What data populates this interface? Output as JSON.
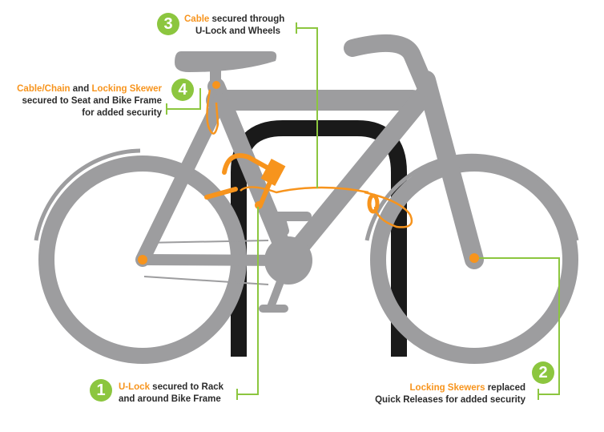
{
  "colors": {
    "bike": "#9d9d9f",
    "rack": "#1a1a1a",
    "lock": "#f7941d",
    "leader": "#8cc63f",
    "text": "#2b2b2b"
  },
  "callouts": [
    {
      "number": "3",
      "lines": [
        [
          {
            "text": "Cable",
            "highlight": true
          },
          {
            "text": " secured through",
            "highlight": false
          }
        ],
        [
          {
            "text": "U-Lock and Wheels",
            "highlight": false
          }
        ]
      ]
    },
    {
      "number": "4",
      "lines": [
        [
          {
            "text": "Cable/Chain",
            "highlight": true
          },
          {
            "text": " and ",
            "highlight": false
          },
          {
            "text": "Locking Skewer",
            "highlight": true
          }
        ],
        [
          {
            "text": "secured to Seat and Bike Frame",
            "highlight": false
          }
        ],
        [
          {
            "text": "for added security",
            "highlight": false
          }
        ]
      ]
    },
    {
      "number": "1",
      "lines": [
        [
          {
            "text": "U-Lock",
            "highlight": true
          },
          {
            "text": " secured to Rack",
            "highlight": false
          }
        ],
        [
          {
            "text": "and around Bike Frame",
            "highlight": false
          }
        ]
      ]
    },
    {
      "number": "2",
      "lines": [
        [
          {
            "text": "Locking Skewers",
            "highlight": true
          },
          {
            "text": " replaced",
            "highlight": false
          }
        ],
        [
          {
            "text": "Quick Releases for added security",
            "highlight": false
          }
        ]
      ]
    }
  ]
}
